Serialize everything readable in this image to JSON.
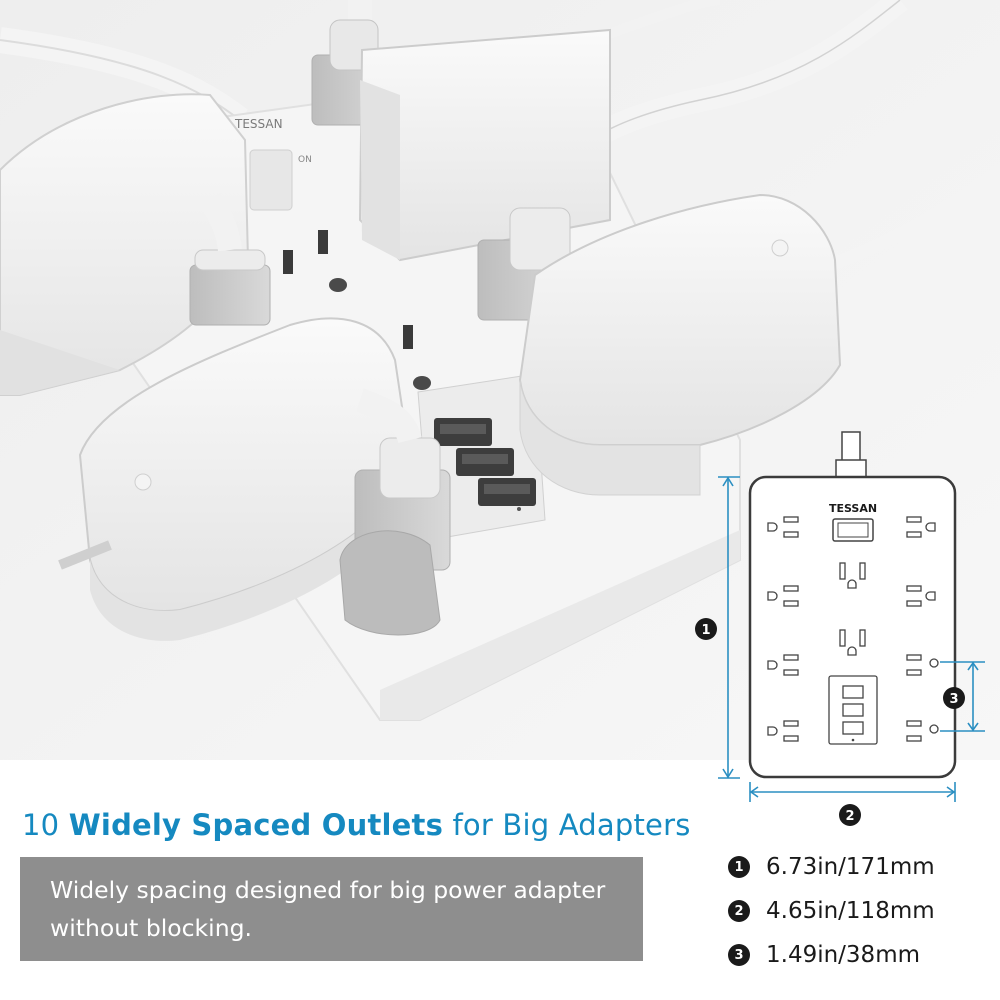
{
  "brand": "TESSAN",
  "photo": {
    "brand_mark": "TESSAN",
    "switch_label": "ON"
  },
  "headline": {
    "part1": "10 ",
    "bold": "Widely Spaced Outlets",
    "part2": " for Big Adapters"
  },
  "description": "Widely spacing designed for big power adapter without blocking.",
  "diagram": {
    "brand": "TESSAN",
    "markers": [
      "1",
      "2",
      "3"
    ]
  },
  "dimensions": [
    {
      "num": "1",
      "value": "6.73in/171mm"
    },
    {
      "num": "2",
      "value": "4.65in/118mm"
    },
    {
      "num": "3",
      "value": "1.49in/38mm"
    }
  ],
  "colors": {
    "accent": "#1589c0",
    "desc_bg": "#8e8e8e",
    "dim_line": "#2b8fc2"
  }
}
